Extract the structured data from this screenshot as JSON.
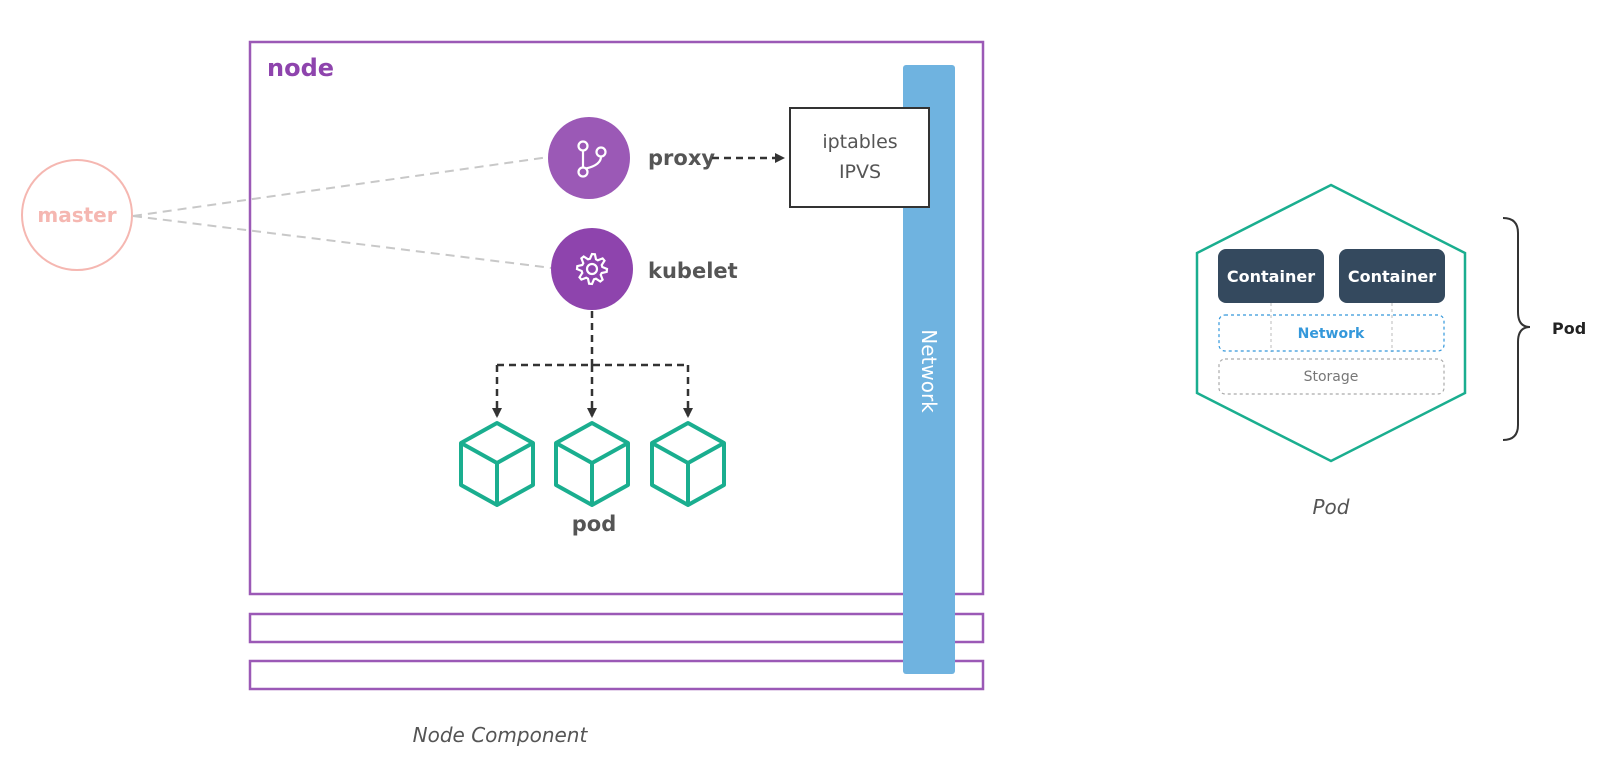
{
  "node_diagram": {
    "node_label": "node",
    "master_label": "master",
    "proxy_label": "proxy",
    "kubelet_label": "kubelet",
    "iptables_line1": "iptables",
    "iptables_line2": "IPVS",
    "network_label": "Network",
    "pod_label": "pod",
    "caption": "Node Component",
    "icons": {
      "proxy": "git-branch-icon",
      "kubelet": "gear-icon",
      "pod": "cube-icon"
    }
  },
  "pod_diagram": {
    "containers": [
      "Container",
      "Container"
    ],
    "network_label": "Network",
    "storage_label": "Storage",
    "brace_label": "Pod",
    "caption": "Pod"
  },
  "colors": {
    "node_border": "#9b59b6",
    "purple_dark": "#8e44ad",
    "purple": "#9b59b6",
    "master": "#f5b7b1",
    "network_bar": "#6fb3e0",
    "teal": "#1aae8f",
    "container": "#34495e",
    "network_text": "#3498db"
  }
}
